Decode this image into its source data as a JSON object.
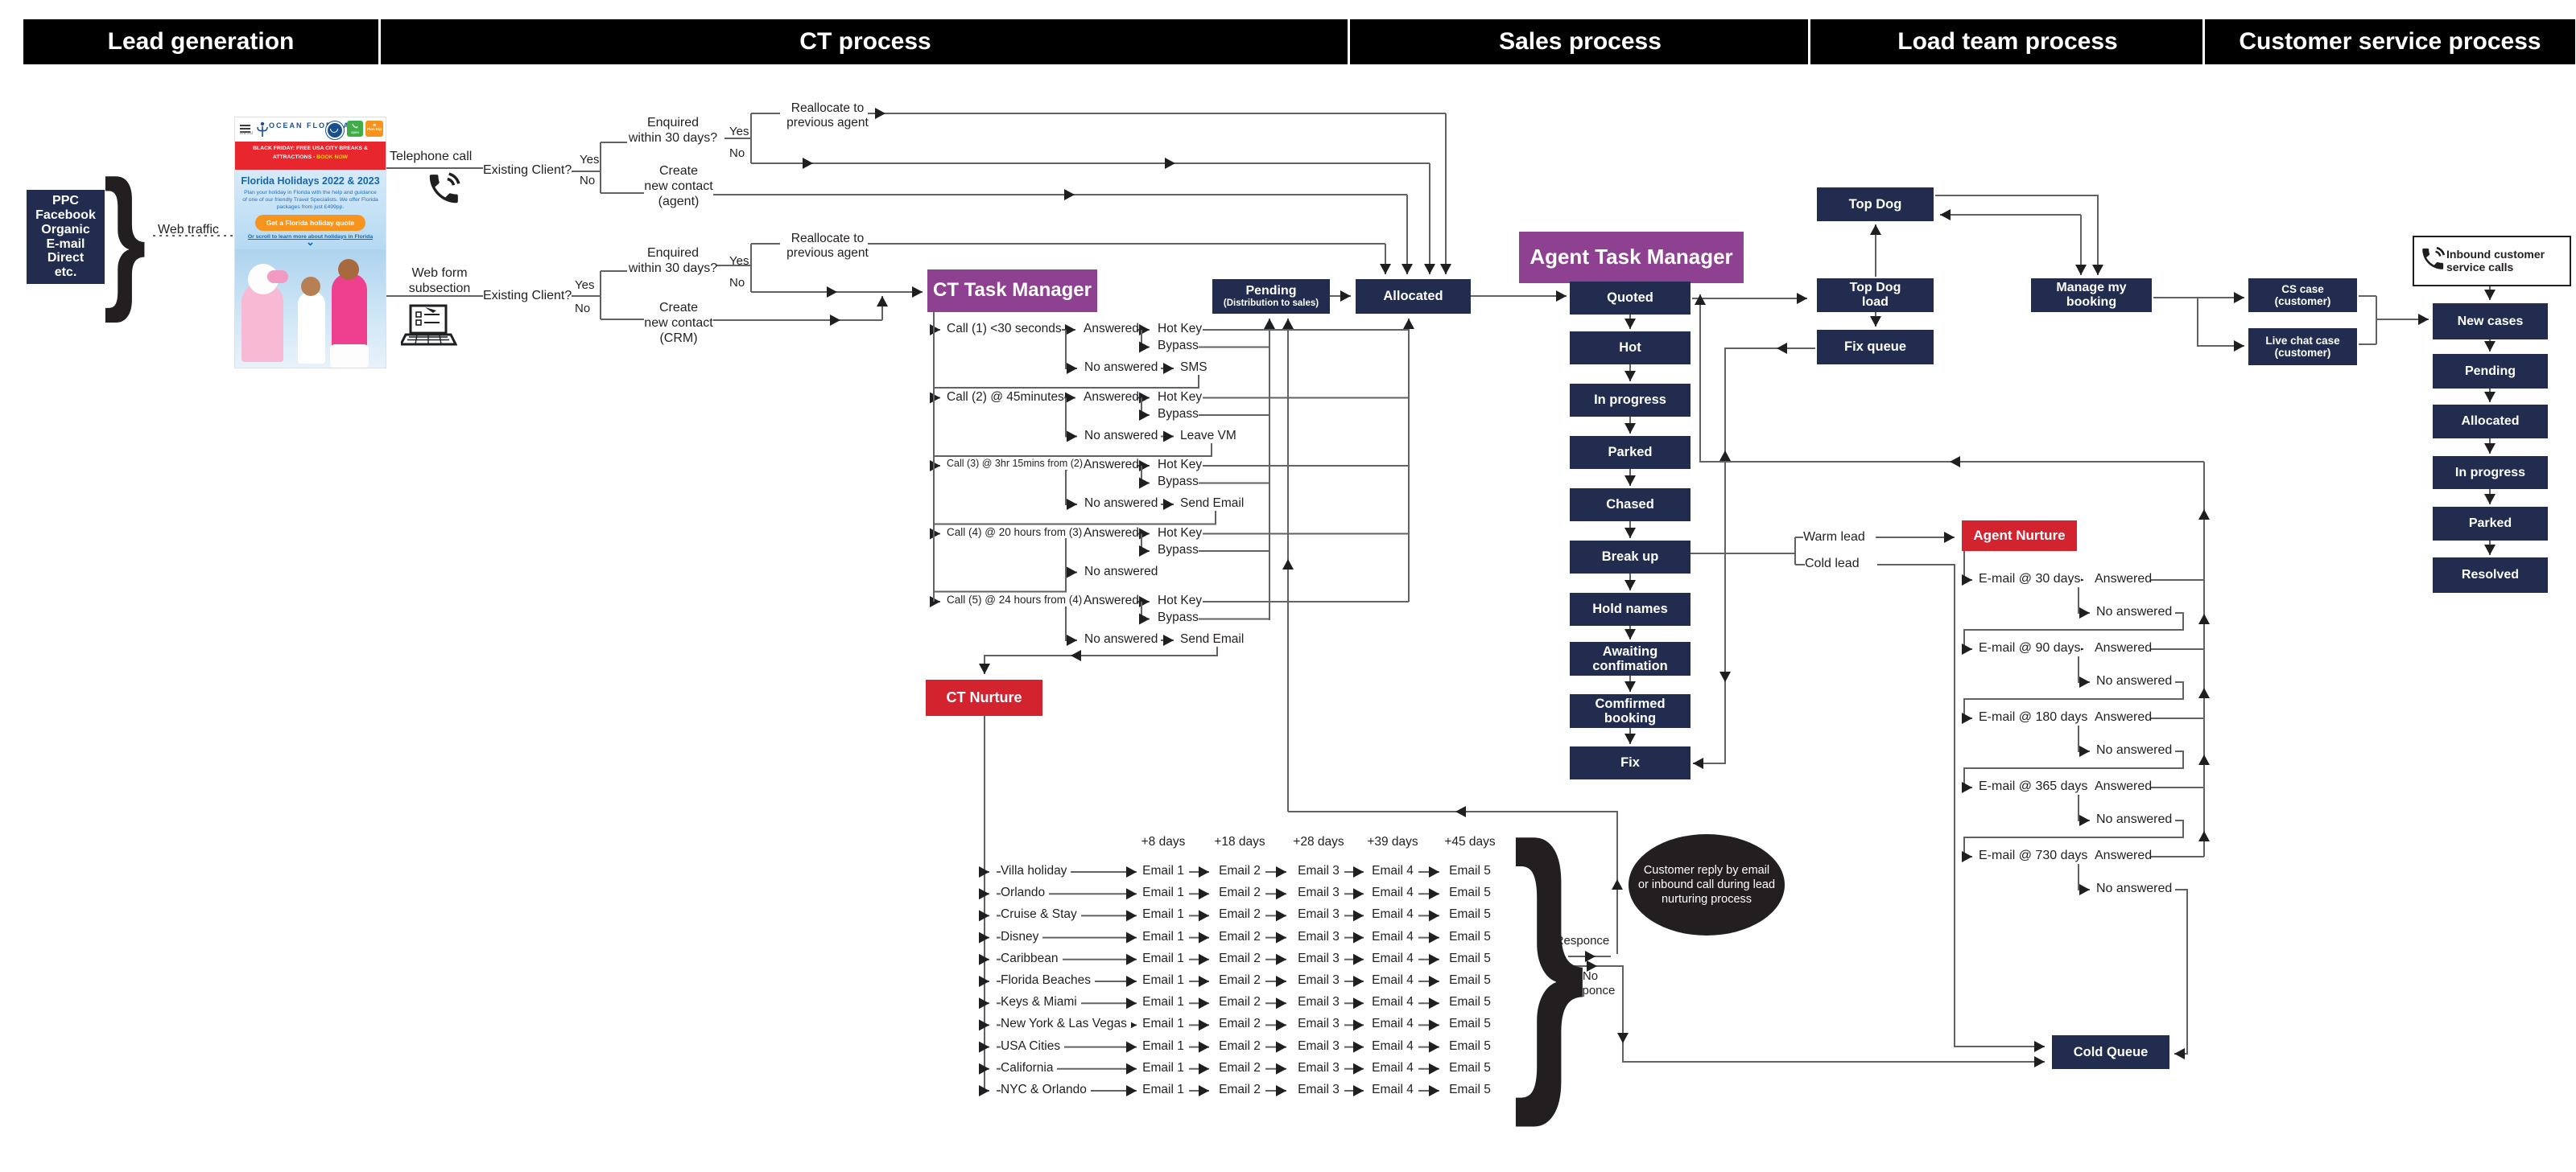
{
  "lanes": [
    "Lead generation",
    "CT process",
    "Sales process",
    "Load team process",
    "Customer service process"
  ],
  "lead_gen": {
    "sources": [
      "PPC",
      "Facebook",
      "Organic",
      "E-mail",
      "Direct",
      "etc."
    ],
    "web_traffic": "Web traffic",
    "telephone_call": "Telephone call",
    "web_form": [
      "Web form",
      "subsection"
    ],
    "website": {
      "menu": "MENU",
      "brand": [
        "OCEAN",
        "FLORIDA"
      ],
      "open_btn": "open",
      "plan_btn": "Plan trip",
      "banner_main": "BLACK FRIDAY: FREE USA CITY BREAKS & ATTRACTIONS -",
      "banner_cta": "BOOK NOW",
      "heading": "Florida Holidays 2022 & 2023",
      "body": "Plan your holiday in Florida with the help and guidance of one of our friendly Travel Specialists. We offer Florida packages from just £499pp.",
      "cta": "Get a Florida holiday quote",
      "scroll_link": "Or scroll to learn more about holidays in Florida"
    }
  },
  "ct": {
    "existing_client": "Existing Client?",
    "yes": "Yes",
    "no": "No",
    "enquired": [
      "Enquired",
      "within 30 days?"
    ],
    "reallocate": [
      "Reallocate to",
      "previous agent"
    ],
    "create_agent": [
      "Create",
      "new contact",
      "(agent)"
    ],
    "create_crm": [
      "Create",
      "new contact",
      "(CRM)"
    ],
    "task_manager": "CT Task Manager",
    "answered": "Answered",
    "no_answered": "No answered",
    "hot_key": "Hot Key",
    "bypass": "Bypass",
    "calls": [
      {
        "label": "Call (1) <30 seconds",
        "action": "SMS"
      },
      {
        "label": "Call (2) @ 45minutes",
        "action": "Leave VM"
      },
      {
        "label": "Call (3) @ 3hr 15mins from (2)",
        "action": "Send Email"
      },
      {
        "label": "Call (4) @ 20 hours from (3)",
        "action": ""
      },
      {
        "label": "Call (5) @ 24 hours from (4)",
        "action": "Send Email"
      }
    ],
    "pending": {
      "title": "Pending",
      "sub": "(Distribution to sales)"
    },
    "allocated": "Allocated",
    "nurture": "CT Nurture",
    "day_headers": [
      "+8 days",
      "+18 days",
      "+28 days",
      "+39 days",
      "+45 days"
    ],
    "emails": [
      "Email 1",
      "Email 2",
      "Email 3",
      "Email 4",
      "Email 5"
    ],
    "holidays": [
      "Villa holiday",
      "Orlando",
      "Cruise & Stay",
      "Disney",
      "Caribbean",
      "Florida Beaches",
      "Keys & Miami",
      "New York & Las Vegas",
      "USA Cities",
      "California",
      "NYC & Orlando"
    ],
    "responce": "Responce",
    "no_responce": [
      "No",
      "responce"
    ],
    "reply_note": [
      "Customer reply by email",
      "or inbound call during lead",
      "nurturing process"
    ]
  },
  "sales": {
    "task_manager": "Agent Task Manager",
    "chain": [
      "Quoted",
      "Hot",
      "In progress",
      "Parked",
      "Chased",
      "Break up",
      "Hold names",
      [
        "Awaiting",
        "confimation"
      ],
      [
        "Comfirmed",
        "booking"
      ],
      "Fix"
    ],
    "warm_lead": "Warm lead",
    "cold_lead": "Cold lead"
  },
  "load_team": {
    "top_dog": "Top Dog",
    "top_dog_load": [
      "Top Dog",
      "load"
    ],
    "fix_queue": "Fix queue",
    "manage_booking": [
      "Manage my",
      "booking"
    ],
    "cs_case": [
      "CS case",
      "(customer)"
    ],
    "live_chat_case": [
      "Live chat case",
      "(customer)"
    ]
  },
  "agent_nurture": {
    "title": "Agent Nurture",
    "steps": [
      "E-mail @ 30 days",
      "E-mail @ 90 days",
      "E-mail @ 180 days",
      "E-mail @ 365 days",
      "E-mail @ 730 days"
    ],
    "answered": "Answered",
    "no_answered": "No answered",
    "cold_queue": "Cold Queue"
  },
  "cs": {
    "inbound": [
      "Inbound customer",
      "service calls"
    ],
    "chain": [
      "New cases",
      "Pending",
      "Allocated",
      "In progress",
      "Parked",
      "Resolved"
    ]
  },
  "colors": {
    "navy": "#212c4f",
    "purple": "#8e4191",
    "red": "#d2232e",
    "line": "#606266",
    "arrow": "#1d1f21",
    "band": "#000000"
  }
}
